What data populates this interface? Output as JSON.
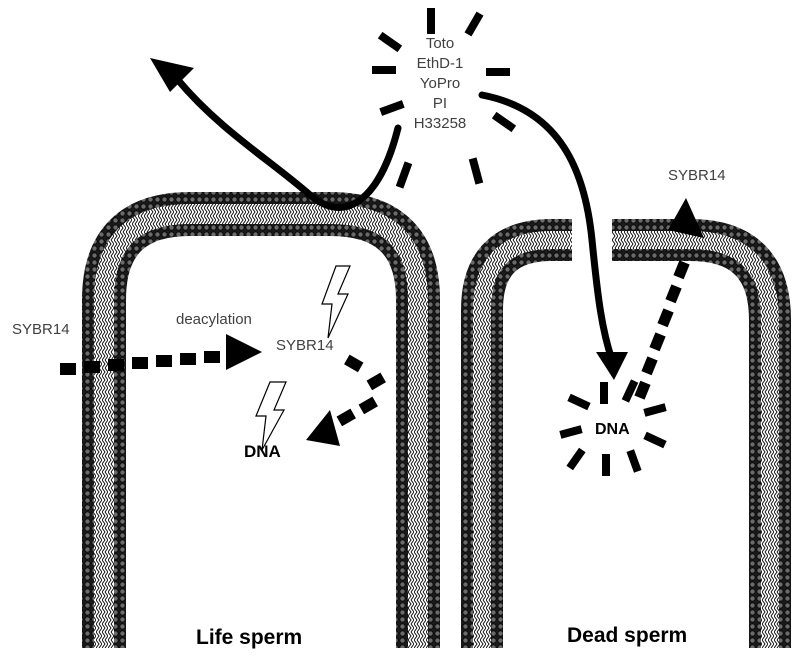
{
  "dye_list": [
    "Toto",
    "EthD-1",
    "YoPro",
    "PI",
    "H33258"
  ],
  "labels": {
    "sybr_live_outside": "SYBR14",
    "deacylation": "deacylation",
    "sybr_live_inside": "SYBR14",
    "dna_live": "DNA",
    "sybr_dead": "SYBR14",
    "dna_dead": "DNA"
  },
  "titles": {
    "live": "Life sperm",
    "dead": "Dead sperm"
  },
  "colors": {
    "ink": "#000000",
    "text": "#404040",
    "bead": "#555555",
    "background": "#ffffff"
  }
}
